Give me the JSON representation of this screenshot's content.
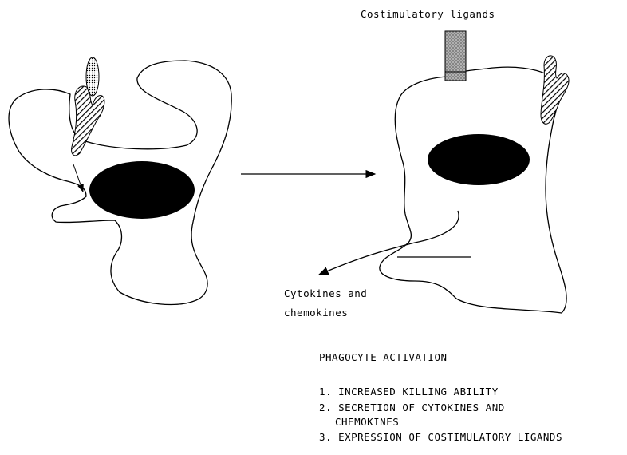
{
  "labels": {
    "costimulatory": "Costimulatory ligands",
    "cytokines_line1": "Cytokines and",
    "cytokines_line2": "chemokines"
  },
  "activation": {
    "title": "PHAGOCYTE ACTIVATION",
    "items": [
      "1. INCREASED KILLING ABILITY",
      "2. SECRETION OF CYTOKINES AND",
      "CHEMOKINES",
      "3. EXPRESSION OF COSTIMULATORY LIGANDS"
    ]
  }
}
